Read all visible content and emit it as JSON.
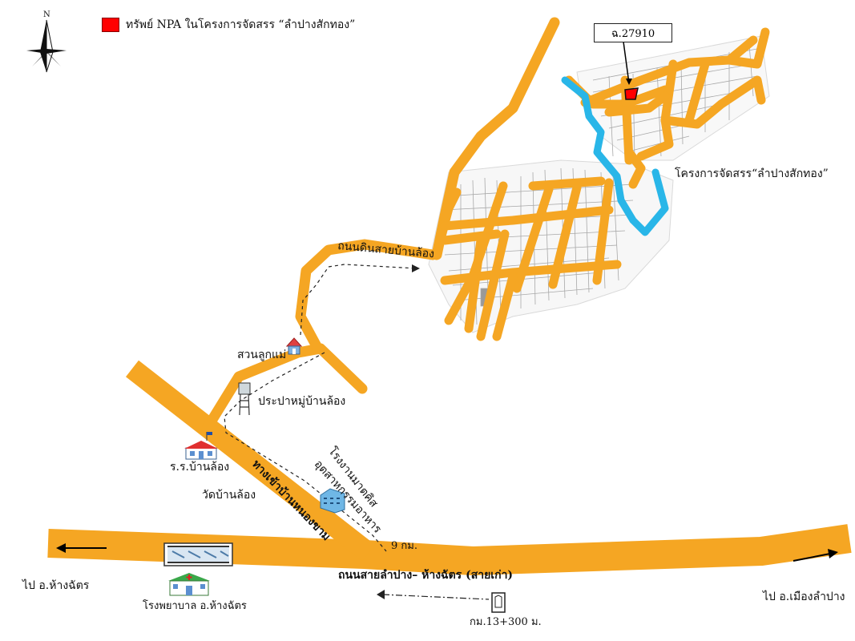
{
  "legend": {
    "label": "ทรัพย์ NPA  ในโครงการจัดสรร “ลำปางสักทอง”",
    "color": "#ff0000"
  },
  "north": {
    "label": "N"
  },
  "callout": {
    "label": "ฉ.27910"
  },
  "labels": {
    "project": "โครงการจัดสรร“ลำปางสักทอง”",
    "dirt_road": "ถนนดินสายบ้านล้อง",
    "garden": "สวนลูกแม่",
    "waterworks": "ประปาหมู่บ้านล้อง",
    "school": "ร.ร.บ้านล้อง",
    "temple": "วัดบ้านล้อง",
    "factory_line1": "โรงงานมาตคิส",
    "factory_line2": "อุตสาหกรรมอาหาร",
    "entry_road": "ทางเข้าบ้านหนองขาม",
    "distance": "9 กม.",
    "main_road": "ถนนสายลำปาง– ห้างฉัตร (สายเก่า)",
    "to_west": "ไป อ.ห้างฉัตร",
    "to_east": "ไป อ.เมืองลำปาง",
    "hospital": "โรงพยาบาล อ.ห้างฉัตร",
    "km_marker": "กม.13+300 ม."
  },
  "colors": {
    "road": "#f5a623",
    "river": "#29b6e8",
    "npa": "#ff0000",
    "plot_line": "#9a9a9a"
  },
  "icons": [
    "north-arrow-icon",
    "house-icon",
    "water-tower-icon",
    "school-icon",
    "factory-icon",
    "hospital-icon",
    "bridge-icon",
    "km-marker-icon",
    "arrow-left-icon",
    "arrow-right-icon"
  ]
}
